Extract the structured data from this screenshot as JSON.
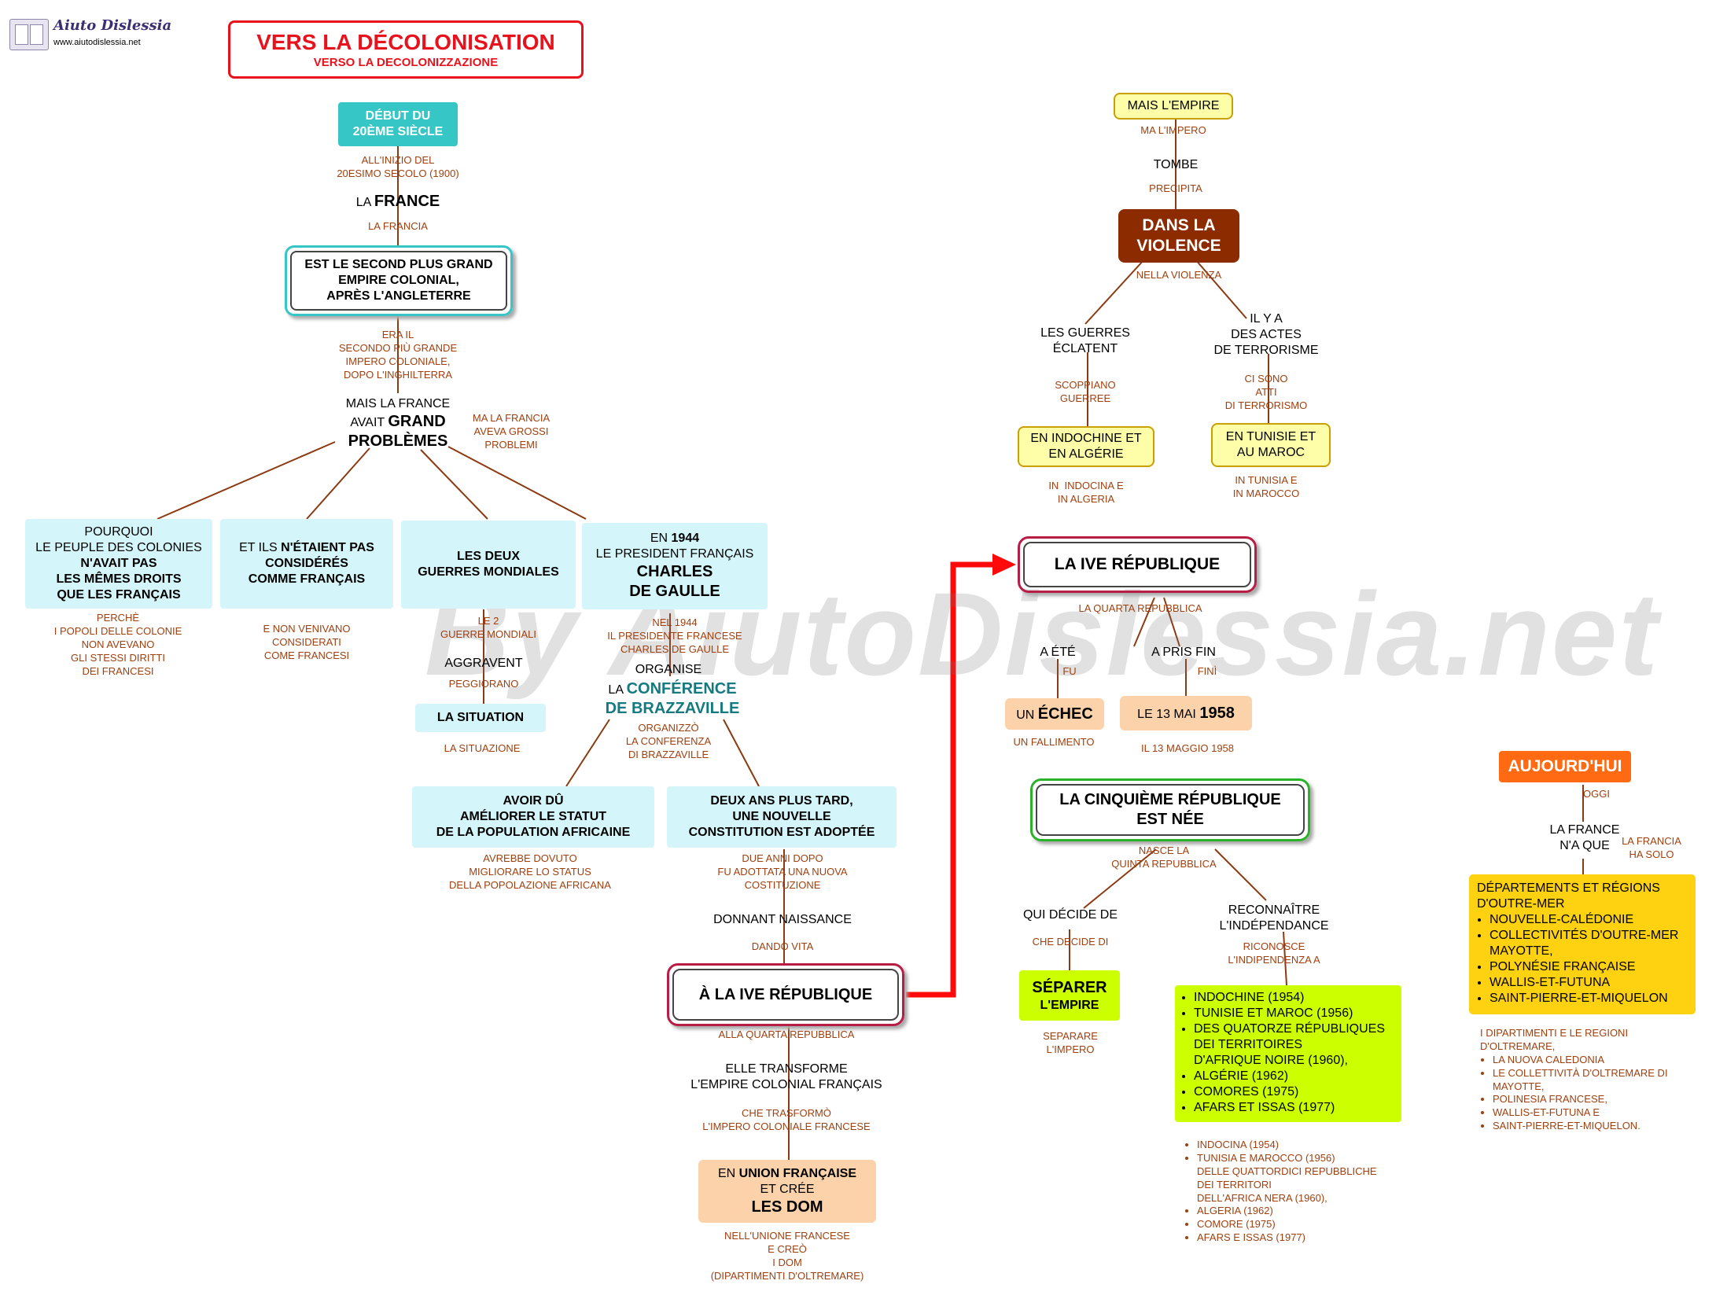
{
  "logo": {
    "name": "Aiuto Dislessia",
    "url": "www.aiutodislessia.net"
  },
  "watermark": "By AiutoDislessia.net",
  "title": {
    "fr": "VERS LA DÉCOLONISATION",
    "it": "VERSO LA DECOLONIZZAZIONE"
  },
  "left": {
    "debut": "DÉBUT DU\n20ÈME SIÈCLE",
    "debut_it": "ALL'INIZIO DEL\n20ESIMO SECOLO (1900)",
    "france_la": "LA ",
    "france_b": "FRANCE",
    "france_it": "LA FRANCIA",
    "empire": "EST LE SECOND PLUS GRAND\nEMPIRE COLONIAL,\nAPRÈS L'ANGLETERRE",
    "empire_it": "ERA IL\nSECONDO PIÙ GRANDE\nIMPERO COLONIALE,\nDOPO L'INGHILTERRA",
    "mais_1": "MAIS LA FRANCE",
    "mais_2": "AVAIT ",
    "mais_2b": "GRAND",
    "mais_3": "PROBLÈMES",
    "mais_it": "MA LA FRANCIA\nAVEVA GROSSI\nPROBLEMI",
    "c1_1": "POURQUOI\nLE PEUPLE DES COLONIES",
    "c1_2": "N'AVAIT PAS\nLES MÊMES DROITS\nQUE LES FRANÇAIS",
    "c1_it": "PERCHÈ\nI POPOLI DELLE COLONIE\nNON AVEVANO\nGLI STESSI DIRITTI\nDEI FRANCESI",
    "c2_1": "ET ILS ",
    "c2_2": "N'ÉTAIENT PAS\nCONSIDÉRÉS\nCOMME FRANÇAIS",
    "c2_it": "E NON VENIVANO\nCONSIDERATI\nCOME FRANCESI",
    "c3": "LES DEUX\nGUERRES MONDIALES",
    "c3_it": "LE 2\nGUERRE MONDIALI",
    "aggravent": "AGGRAVENT",
    "aggravent_it": "PEGGIORANO",
    "situation": "LA SITUATION",
    "situation_it": "LA SITUAZIONE",
    "c4_1": "EN ",
    "c4_1b": "1944",
    "c4_2": "LE PRESIDENT FRANÇAIS",
    "c4_3": "CHARLES\nDE GAULLE",
    "c4_it": "NEL 1944\nIL PRESIDENTE FRANCESE\nCHARLES DE GAULLE",
    "organise": "ORGANISE",
    "conf_la": "LA ",
    "conf_1": "CONFÉRENCE",
    "conf_2": "DE BRAZZAVILLE",
    "conf_it": "ORGANIZZÒ\nLA CONFERENZA\nDI BRAZZAVILLE",
    "avoir": "AVOIR DÛ\nAMÉLIORER LE STATUT\nDE LA POPULATION AFRICAINE",
    "avoir_it": "AVREBBE DOVUTO\nMIGLIORARE LO STATUS\nDELLA POPOLAZIONE AFRICANA",
    "deux": "DEUX ANS PLUS TARD,\nUNE NOUVELLE\nCONSTITUTION EST ADOPTÉE",
    "deux_it": "DUE ANNI DOPO\nFU ADOTTATA UNA NUOVA\nCOSTITUZIONE",
    "donnant": "DONNANT NAISSANCE",
    "donnant_it": "DANDO VITA",
    "ive_a": "À LA IVE RÉPUBLIQUE",
    "ive_a_it": "ALLA QUARTA REPUBBLICA",
    "elle": "ELLE TRANSFORME\nL'EMPIRE COLONIAL FRANÇAIS",
    "elle_it": "CHE TRASFORMÒ\nL'IMPERO COLONIALE FRANCESE",
    "union_1": "EN ",
    "union_1b": "UNION FRANÇAISE",
    "union_2": "ET CRÉE",
    "union_3": "LES DOM",
    "union_it": "NELL'UNIONE FRANCESE\nE CREÒ\nI DOM\n(DIPARTIMENTI D'OLTREMARE)"
  },
  "right": {
    "mais_empire": "MAIS L'EMPIRE",
    "mais_empire_it": "MA L'IMPERO",
    "tombe": "TOMBE",
    "tombe_it": "PRECIPITA",
    "violence": "DANS LA\nVIOLENCE",
    "violence_it": "NELLA VIOLENZA",
    "guerres": "LES GUERRES\nÉCLATENT",
    "guerres_it": "SCOPPIANO\nGUERREE",
    "indochine": "EN INDOCHINE ET\nEN ALGÉRIE",
    "indochine_it": "IN  INDOCINA E\nIN ALGERIA",
    "actes": "IL Y A\nDES ACTES\nDE TERRORISME",
    "actes_it": "CI SONO\nATTI\nDI TERRORISMO",
    "tunisie": "EN TUNISIE ET\nAU MAROC",
    "tunisie_it": "IN TUNISIA E\nIN MAROCCO",
    "ive": "LA IVE RÉPUBLIQUE",
    "ive_it": "LA QUARTA REPUBBLICA",
    "aete": "A ÉTÉ",
    "aete_it": "FU",
    "echec_un": "UN ",
    "echec": "ÉCHEC",
    "echec_it": "UN FALLIMENTO",
    "apris": "A PRIS FIN",
    "apris_it": "FINÌ",
    "date_1": "LE 13 MAI ",
    "date_2": "1958",
    "date_it": "IL 13 MAGGIO 1958",
    "cinq": "LA CINQUIÈME RÉPUBLIQUE\nEST NÉE",
    "cinq_it": "NASCE LA\nQUINTA REPUBBLICA",
    "qui": "QUI DÉCIDE DE",
    "qui_it": "CHE DECIDE DI",
    "separer_1": "SÉPARER",
    "separer_2": "L'EMPIRE",
    "separer_it": "SEPARARE\nL'IMPERO",
    "recon": "RECONNAÎTRE\nL'INDÉPENDANCE",
    "recon_it": "RICONOSCE\nL'INDIPENDENZA A",
    "indep_list": [
      "INDOCHINE (1954)",
      "TUNISIE ET MAROC (1956)",
      "DES QUATORZE RÉPUBLIQUES\nDEI TERRITOIRES\nD'AFRIQUE NOIRE (1960),",
      "ALGÉRIE (1962)",
      "COMORES (1975)",
      "AFARS ET ISSAS (1977)"
    ],
    "indep_list_it": [
      "INDOCINA (1954)",
      "TUNISIA E MAROCCO (1956)\nDELLE QUATTORDICI REPUBBLICHE\nDEI TERRITORI\nDELL'AFRICA NERA (1960),",
      "ALGERIA (1962)",
      "COMORE (1975)",
      "AFARS E ISSAS (1977)"
    ],
    "aujourd": "AUJOURD'HUI",
    "aujourd_it": "OGGI",
    "naque": "LA FRANCE\nN'A QUE",
    "naque_it": "LA FRANCIA\nHA SOLO",
    "dom_head": "DÉPARTEMENTS ET RÉGIONS\nD'OUTRE-MER",
    "dom_list": [
      "NOUVELLE-CALÉDONIE",
      "COLLECTIVITÉS D'OUTRE-MER\nMAYOTTE,",
      "POLYNÉSIE FRANÇAISE",
      "WALLIS-ET-FUTUNA",
      "SAINT-PIERRE-ET-MIQUELON"
    ],
    "dom_head_it": "I DIPARTIMENTI E LE REGIONI\nD'OLTREMARE,",
    "dom_list_it": [
      "LA NUOVA CALEDONIA",
      "LE COLLETTIVITÀ D'OLTREMARE DI\nMAYOTTE,",
      "POLINESIA FRANCESE,",
      "WALLIS-ET-FUTUNA E",
      "SAINT-PIERRE-ET-MIQUELON."
    ]
  }
}
